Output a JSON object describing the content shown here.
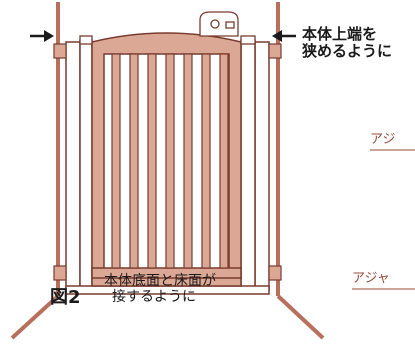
{
  "figure": {
    "label": "図2",
    "notes": {
      "top_line1": "本体上端を",
      "top_line2": "狭めるように",
      "bottom_line1": "本体底面と床面が",
      "bottom_line2": "接するように"
    },
    "adjuster_upper": "アジ",
    "adjuster_lower": "アジャ"
  },
  "colors": {
    "wood": "#dca896",
    "outline": "#7a3b2e",
    "ink": "#1a1a1a",
    "leader": "#9a4a3a",
    "post": "#b8705c"
  }
}
